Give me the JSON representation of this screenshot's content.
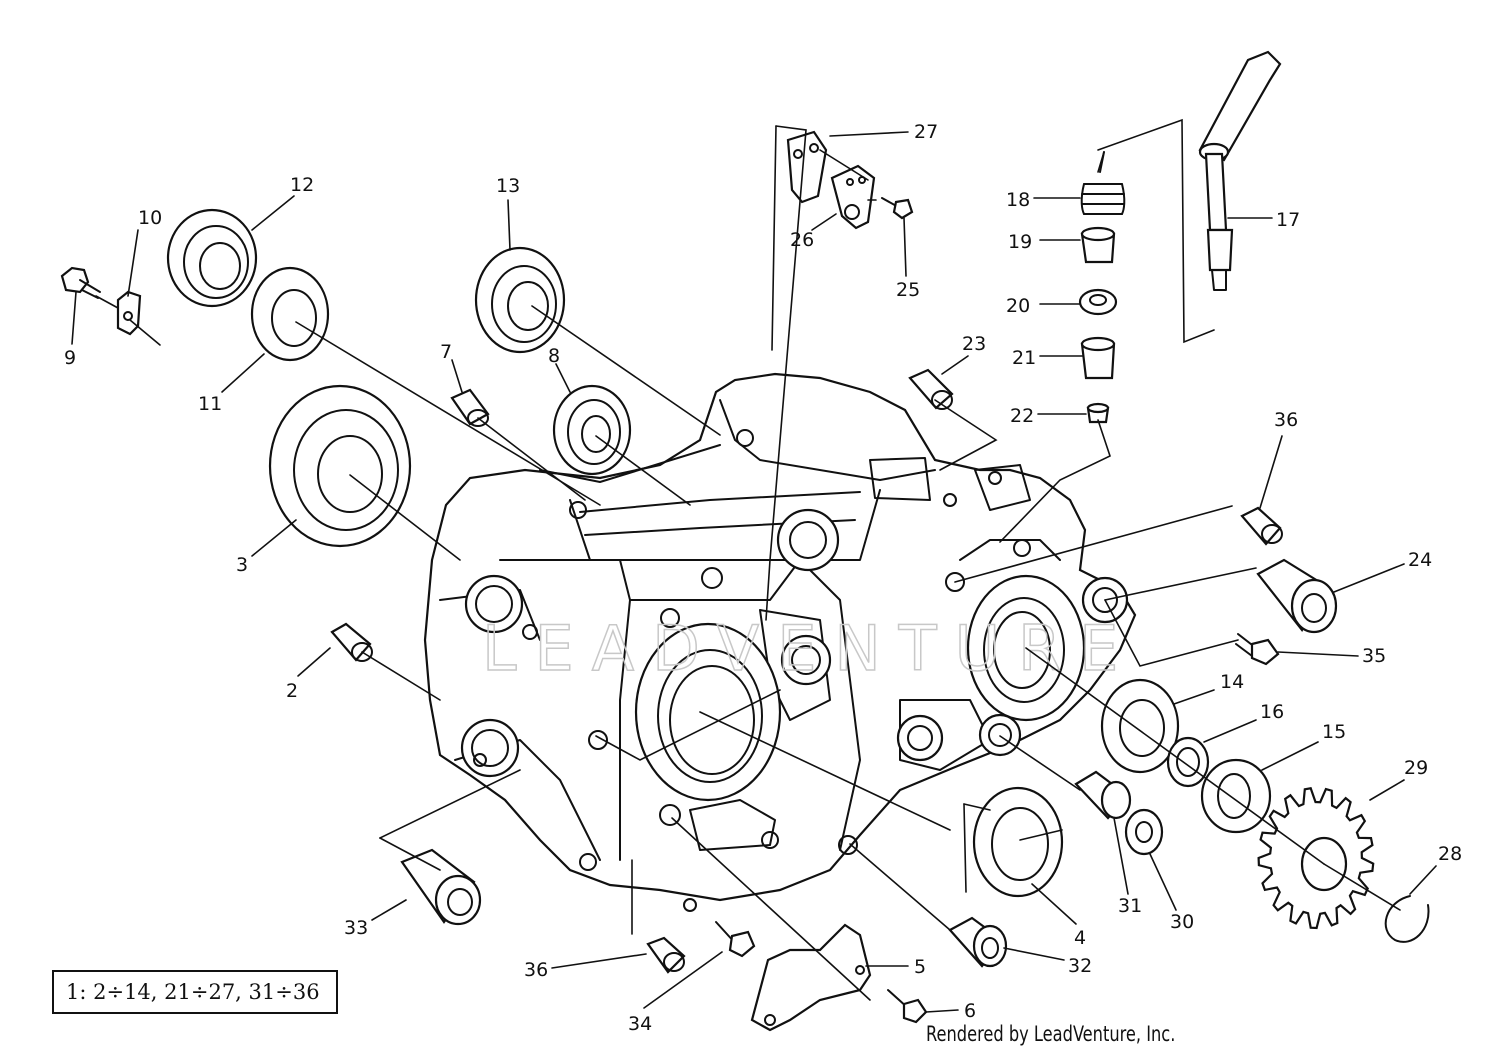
{
  "watermark": "LEADVENTURE",
  "legend_text": "1: 2÷14, 21÷27, 31÷36",
  "credit_text": "Rendered by LeadVenture, Inc.",
  "callouts": {
    "c2": "2",
    "c3": "3",
    "c4": "4",
    "c5": "5",
    "c6": "6",
    "c7": "7",
    "c8": "8",
    "c9": "9",
    "c10": "10",
    "c11": "11",
    "c12": "12",
    "c13": "13",
    "c14": "14",
    "c15": "15",
    "c16": "16",
    "c17": "17",
    "c18": "18",
    "c19": "19",
    "c20": "20",
    "c21": "21",
    "c22": "22",
    "c23": "23",
    "c24": "24",
    "c25": "25",
    "c26": "26",
    "c27": "27",
    "c28": "28",
    "c29": "29",
    "c30": "30",
    "c31": "31",
    "c32": "32",
    "c33": "33",
    "c34": "34",
    "c35": "35",
    "c36a": "36",
    "c36b": "36"
  }
}
